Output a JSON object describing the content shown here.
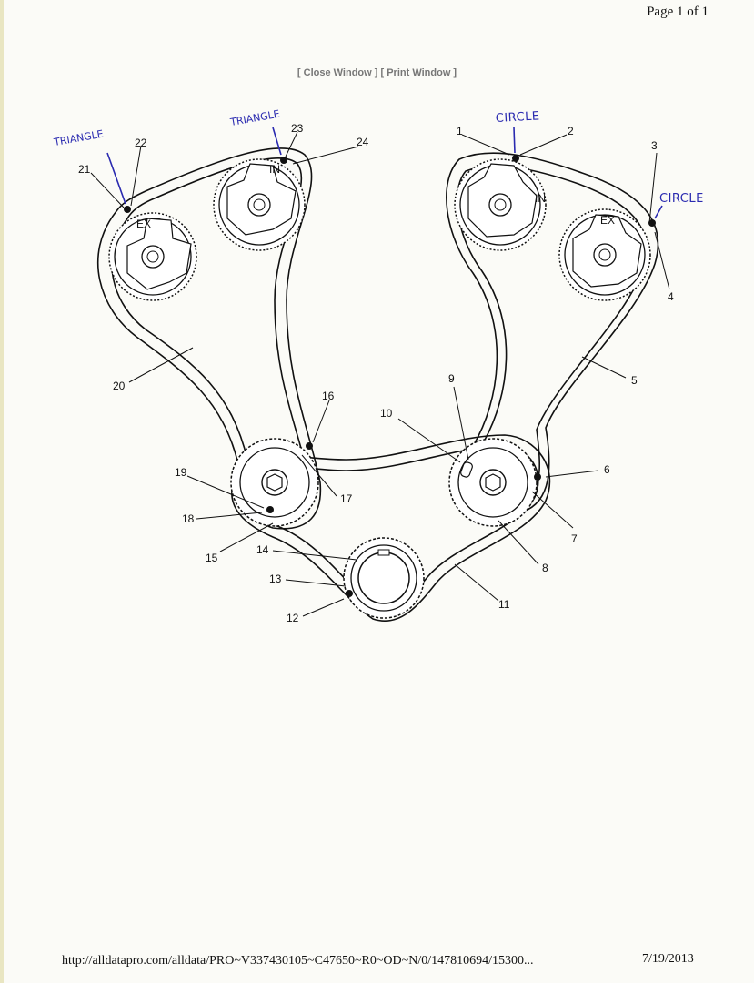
{
  "header": {
    "page": "Page 1 of 1"
  },
  "window_links": {
    "close": "[ Close Window ]",
    "print": "[ Print Window ]"
  },
  "diagram": {
    "callouts": [
      "1",
      "2",
      "3",
      "4",
      "5",
      "6",
      "7",
      "8",
      "9",
      "10",
      "11",
      "12",
      "13",
      "14",
      "15",
      "16",
      "17",
      "18",
      "19",
      "20",
      "21",
      "22",
      "23",
      "24"
    ],
    "handwritten": {
      "triangle_left": "TRIANGLE",
      "triangle_right": "TRIANGLE",
      "circle_top": "CIRCLE",
      "circle_right": "CIRCLE"
    },
    "sprocket_marks": {
      "left_exhaust": "EX",
      "left_intake": "IN",
      "right_intake": "IN",
      "right_exhaust": "EX"
    }
  },
  "footer": {
    "url": "http://alldatapro.com/alldata/PRO~V337430105~C47650~R0~OD~N/0/147810694/15300...",
    "date": "7/19/2013"
  }
}
